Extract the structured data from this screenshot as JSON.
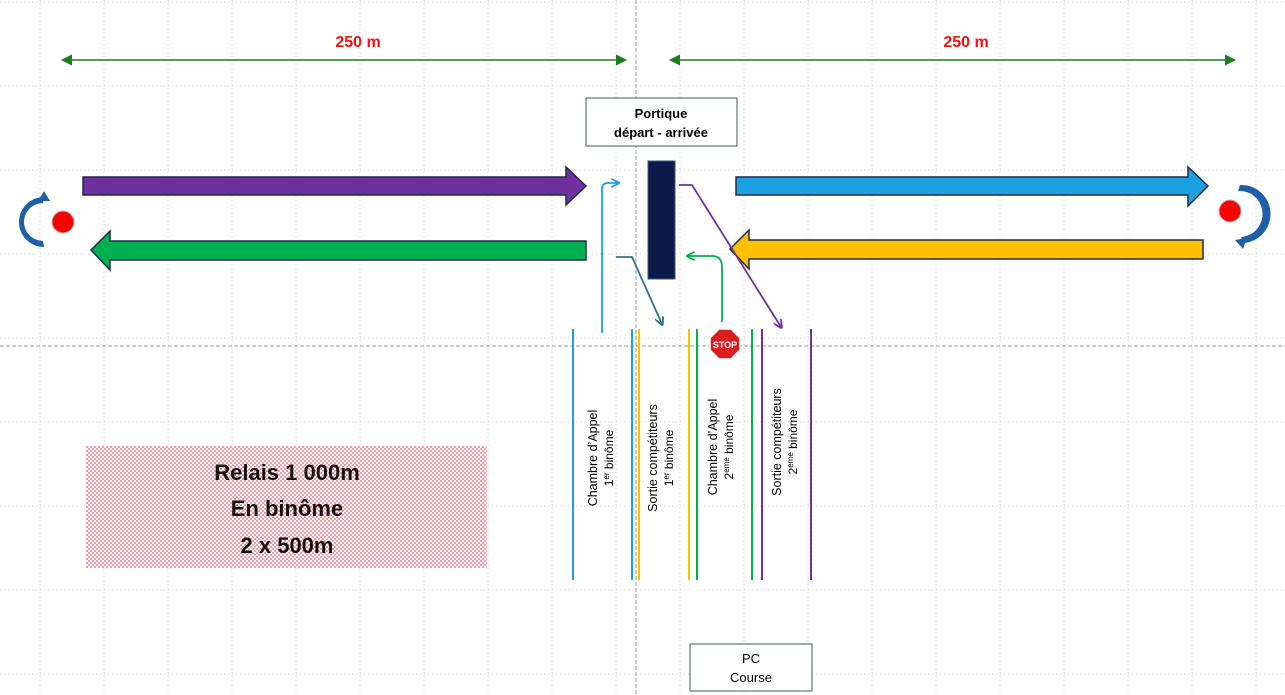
{
  "distances": {
    "left": "250 m",
    "right": "250 m"
  },
  "portique": {
    "line1": "Portique",
    "line2": "départ - arrivée"
  },
  "lanes": {
    "ca1": {
      "line1": "Chambre d’Appel",
      "line2a": "1",
      "line2sup": "er",
      "line2b": " binôme"
    },
    "sc1": {
      "line1": "Sortie compétiteurs",
      "line2a": "1",
      "line2sup": "er",
      "line2b": " binôme"
    },
    "ca2": {
      "line1": "Chambre d’Appel",
      "line2a": "2",
      "line2sup": "eme",
      "line2b": " binôme"
    },
    "sc2": {
      "line1": "Sortie compétiteurs",
      "line2a": "2",
      "line2sup": "eme",
      "line2b": " binôme"
    }
  },
  "stop_sign": "STOP",
  "relais": {
    "line1": "Relais 1 000m",
    "line2": "En binôme",
    "line3": "2 x 500m"
  },
  "pc": {
    "line1": "PC",
    "line2": "Course"
  },
  "colors": {
    "purple": "#7030a0",
    "green": "#00b050",
    "blue": "#1ba1e2",
    "yellow": "#ffc000",
    "navy": "#0d1b4a",
    "red": "#ff0000",
    "dark_green": "#1e7b1e",
    "distance_red": "#ee1111"
  },
  "icons": [
    "turnaround-icon",
    "turnaround-icon",
    "stop-sign-icon"
  ]
}
